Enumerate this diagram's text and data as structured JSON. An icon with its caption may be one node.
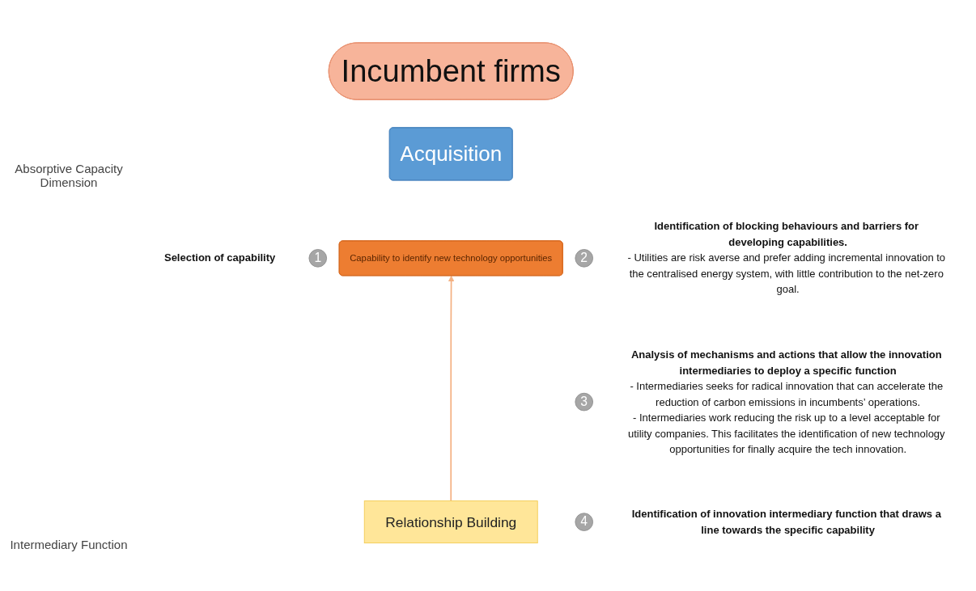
{
  "diagram": {
    "nodes": [
      {
        "text": [
          "Incumbent firms"
        ]
      },
      {
        "text": [
          "Acquisition"
        ]
      },
      {
        "text": [
          "Capability to identify new technology opportunities"
        ]
      },
      {
        "text": [
          "Relationship Building"
        ]
      },
      {
        "text": [
          "1"
        ],
        "beside": [
          "Selection of capability"
        ]
      },
      {
        "text": [
          "2"
        ],
        "beside": [
          "Identification of blocking behaviours and barriers for developing capabilities.",
          "- Utilities are risk averse and prefer adding incremental innovation to the centralised energy system, with little contribution to the net-zero goal."
        ]
      },
      {
        "text": [
          "3"
        ],
        "beside": [
          "Analysis of mechanisms and actions that allow the innovation intermediaries to deploy a specific function",
          "- Intermediaries seeks for radical innovation that can accelerate the reduction of carbon emissions in incumbents’ operations.",
          "- Intermediaries work reducing the risk up to a level acceptable for utility companies. This facilitates the identification of new technology opportunities for finally acquire the tech innovation."
        ]
      },
      {
        "text": [
          "4"
        ],
        "beside": [
          "Identification of innovation intermediary function that draws a line towards the specific capability"
        ]
      }
    ],
    "edges": [
      {
        "from": 3,
        "to": 2,
        "arrow": "to"
      }
    ],
    "labels": [
      "Absorptive Capacity Dimension",
      "Intermediary Function"
    ]
  }
}
